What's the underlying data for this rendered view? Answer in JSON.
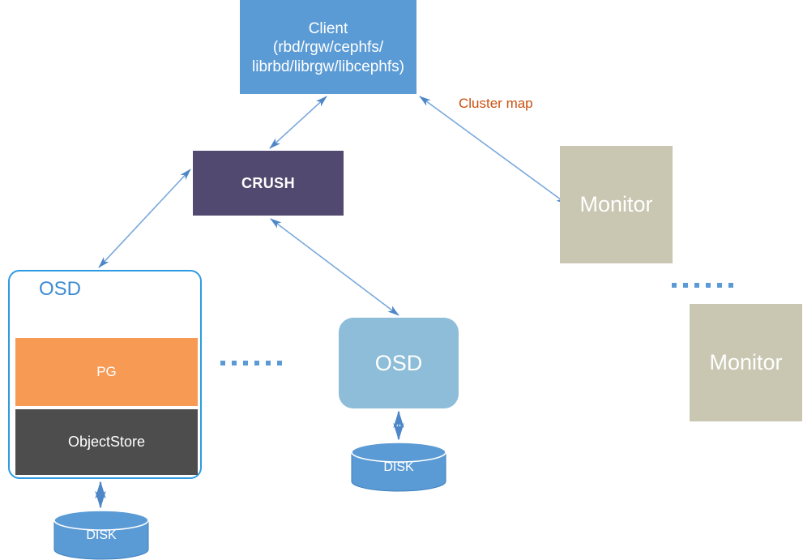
{
  "diagram": {
    "title": "Ceph architecture diagram",
    "type": "block-diagram",
    "background": "#ffffff"
  },
  "client": {
    "line1": "Client",
    "line2": "(rbd/rgw/cephfs/",
    "line3": "librbd/librgw/libcephfs)",
    "color": "#5B9BD5"
  },
  "crush": {
    "label": "CRUSH",
    "color": "#51496F"
  },
  "monitors": [
    {
      "label": "Monitor",
      "color": "#C9C6B1"
    },
    {
      "label": "Monitor",
      "color": "#C9C6B1"
    }
  ],
  "osd_detailed": {
    "label": "OSD",
    "border_color": "#2E9BE0",
    "label_color": "#3E8BD0",
    "layers": [
      {
        "label": "PG",
        "color": "#F79A54"
      },
      {
        "label": "ObjectStore",
        "color": "#4D4D4D"
      }
    ]
  },
  "osd_simple": {
    "label": "OSD",
    "color": "#8DBDD8"
  },
  "disks": [
    {
      "label": "DISK",
      "color": "#5B9BD5"
    },
    {
      "label": "DISK",
      "color": "#5B9BD5"
    }
  ],
  "edges": [
    {
      "from": "crush",
      "to": "client",
      "style": "double-arrow",
      "label": ""
    },
    {
      "from": "monitor-1",
      "to": "client",
      "style": "double-arrow",
      "label": "Cluster map"
    },
    {
      "from": "osd-detailed",
      "to": "crush",
      "style": "double-arrow",
      "label": ""
    },
    {
      "from": "osd-simple",
      "to": "crush",
      "style": "double-arrow",
      "label": ""
    },
    {
      "from": "disk-left",
      "to": "objectstore",
      "style": "double-arrow",
      "label": ""
    },
    {
      "from": "disk-right",
      "to": "osd-simple",
      "style": "double-arrow",
      "label": ""
    }
  ],
  "cluster_map_label": {
    "text": "Cluster map",
    "color": "#C9500F"
  },
  "ellipsis": {
    "dot_count": 6,
    "dot_color": "#5B9BD5",
    "groups": [
      "osd-row",
      "monitor-column"
    ]
  }
}
